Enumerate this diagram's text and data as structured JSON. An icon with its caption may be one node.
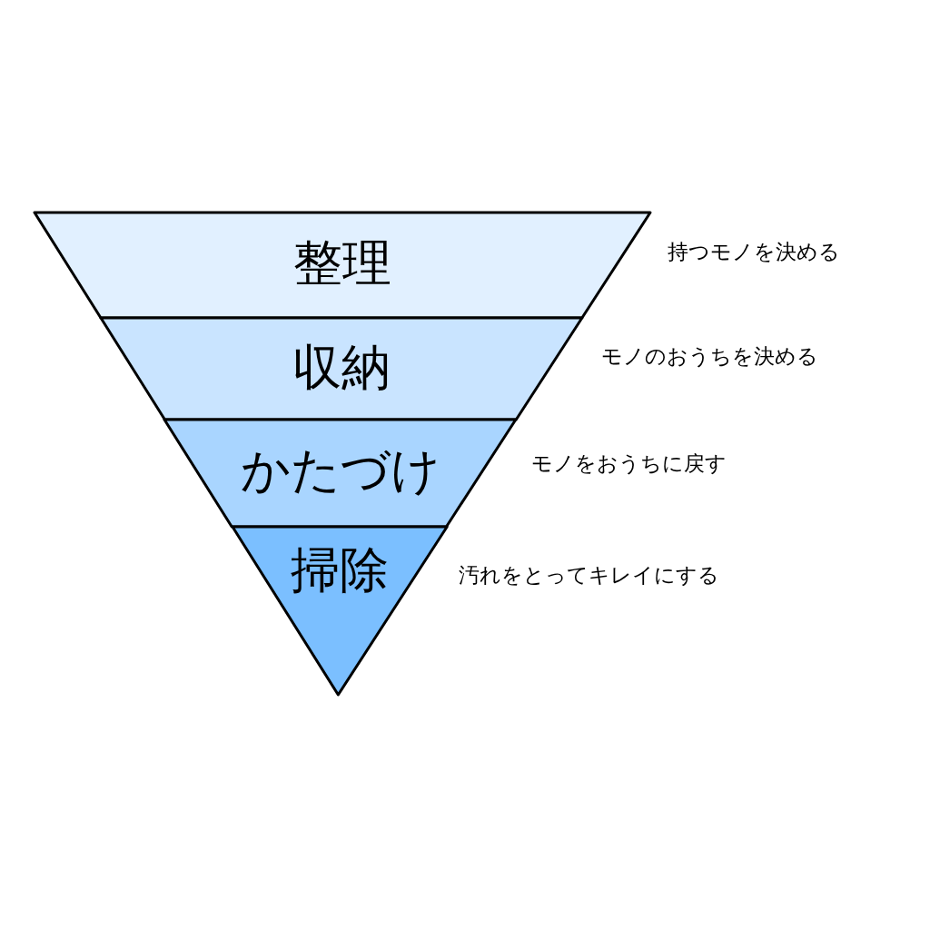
{
  "diagram": {
    "nodes": [
      {
        "text": [
          "整理"
        ],
        "beside": [
          "持つモノを決める"
        ]
      },
      {
        "text": [
          "収納"
        ],
        "beside": [
          "モノのおうちを決める"
        ]
      },
      {
        "text": [
          "かたづけ"
        ],
        "beside": [
          "モノをおうちに戻す"
        ]
      },
      {
        "text": [
          "掃除"
        ],
        "beside": [
          "汚れをとってキレイにする"
        ]
      }
    ]
  }
}
